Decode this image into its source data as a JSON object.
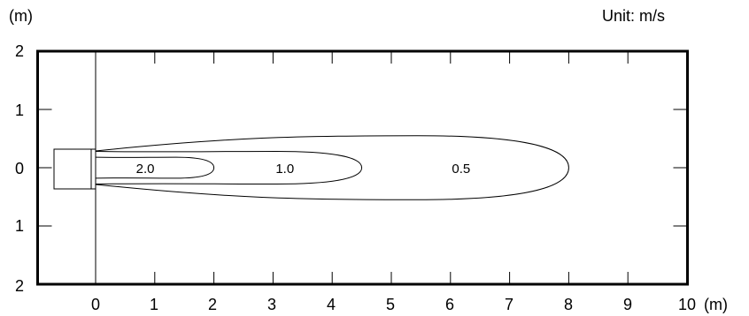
{
  "header": {
    "y_unit_label": "(m)",
    "unit_note": "Unit: m/s"
  },
  "axes": {
    "x_ticks": [
      "0",
      "1",
      "2",
      "3",
      "4",
      "5",
      "6",
      "7",
      "8",
      "9",
      "10"
    ],
    "x_unit": "(m)",
    "y_ticks": [
      "2",
      "1",
      "0",
      "1",
      "2"
    ]
  },
  "contours": [
    {
      "label": "2.0",
      "reach_m": 2.0,
      "half_width_m": 0.18
    },
    {
      "label": "1.0",
      "reach_m": 4.5,
      "half_width_m": 0.28
    },
    {
      "label": "0.5",
      "reach_m": 8.0,
      "half_width_m": 0.55
    }
  ]
}
